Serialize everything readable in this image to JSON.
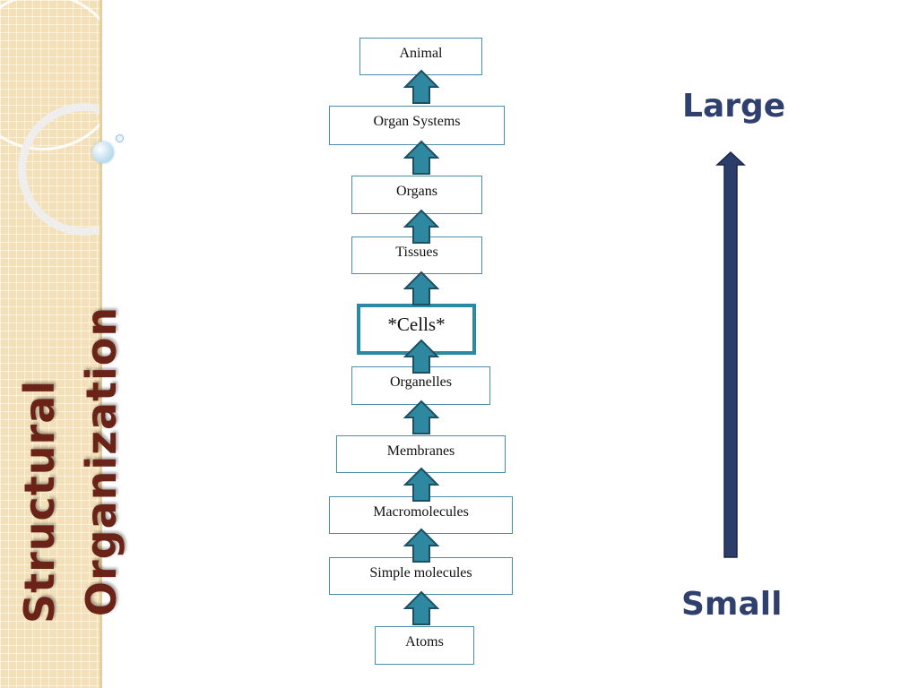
{
  "title": {
    "line1": "Structural",
    "line2": "Organization"
  },
  "hierarchy": {
    "levels": [
      "Animal",
      "Organ Systems",
      "Organs",
      "Tissues",
      "*Cells*",
      "Organelles",
      "Membranes",
      "Macromolecules",
      "Simple molecules",
      "Atoms"
    ]
  },
  "scale": {
    "top_label": "Large",
    "bottom_label": "Small"
  },
  "colors": {
    "title": "#6b2318",
    "box_border": "#4a8fa7",
    "highlight_border": "#2a8aa3",
    "arrow_fill": "#2e88a0",
    "arrow_outline": "#1d4f63",
    "scale_text": "#2f3f6e",
    "scale_arrow": "#2b3e6b"
  }
}
